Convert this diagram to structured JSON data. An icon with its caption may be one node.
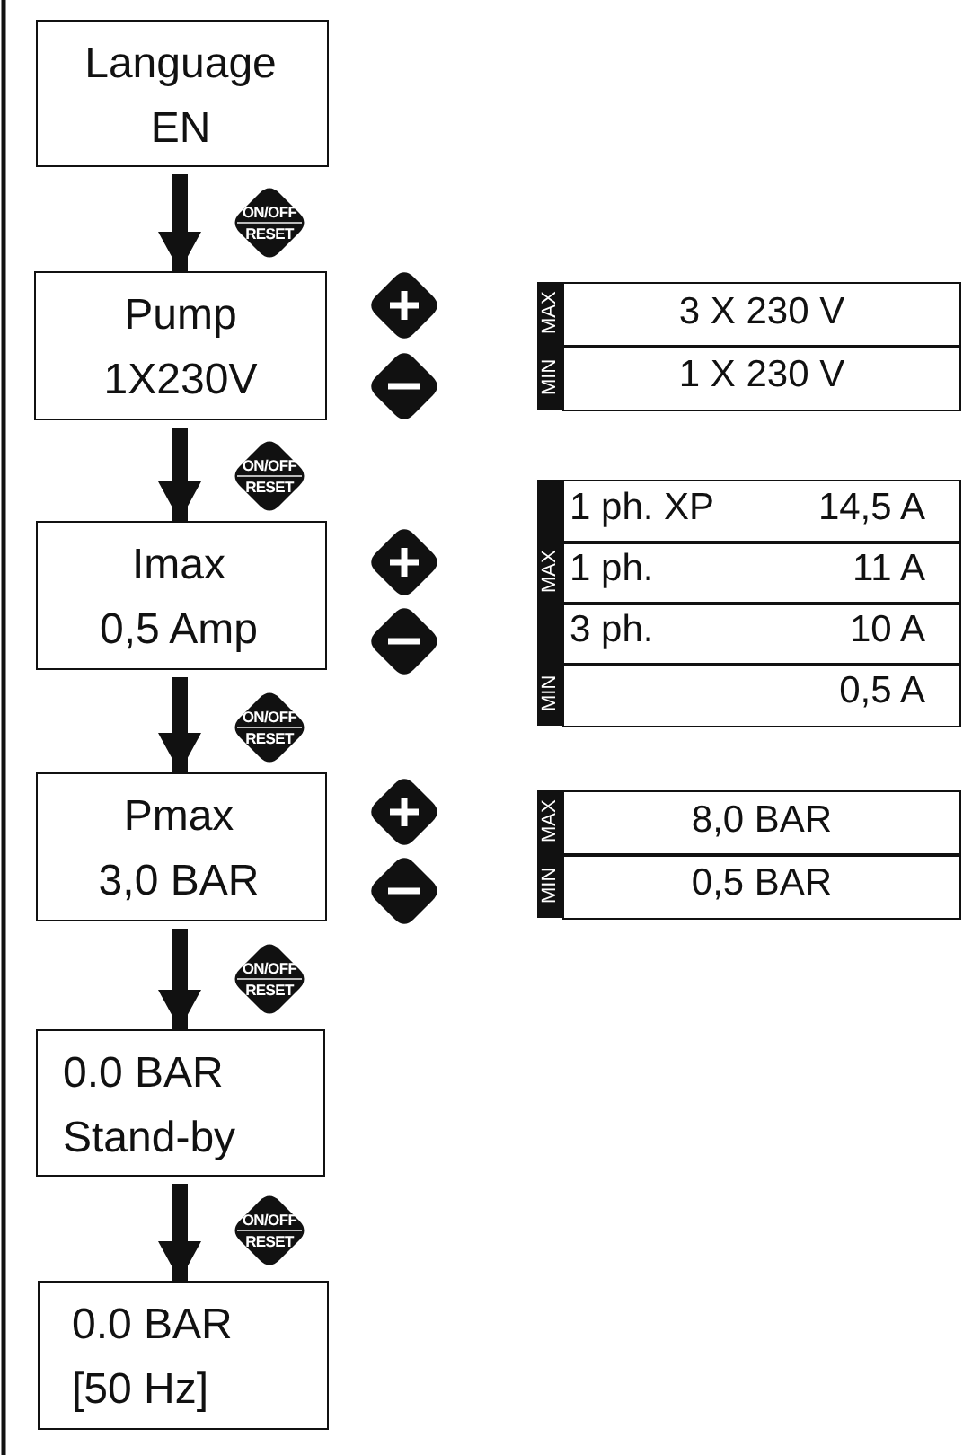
{
  "diagram": {
    "nodes": [
      {
        "text": [
          "Language",
          "EN"
        ]
      },
      {
        "text": [
          "Pump",
          "1X230V"
        ]
      },
      {
        "text": [
          "Imax",
          "0,5 Amp"
        ]
      },
      {
        "text": [
          "Pmax",
          "3,0 BAR"
        ]
      },
      {
        "text": [
          "0.0 BAR",
          "Stand-by"
        ]
      },
      {
        "text": [
          "0.0 BAR",
          "[50 Hz]"
        ]
      }
    ],
    "edges": [
      {
        "from": 0,
        "to": 1,
        "arrow": "to"
      },
      {
        "from": 1,
        "to": 2,
        "arrow": "to"
      },
      {
        "from": 2,
        "to": 3,
        "arrow": "to"
      },
      {
        "from": 3,
        "to": 4,
        "arrow": "to"
      },
      {
        "from": 4,
        "to": 5,
        "arrow": "to"
      }
    ],
    "labels": [
      "ON/OFF",
      "RESET",
      "MAX",
      "MIN",
      "3 X 230 V",
      "1 X 230 V",
      "ON/OFF",
      "RESET",
      "1 ph. XP",
      "14,5 A",
      "MAX",
      "1 ph.",
      "11 A",
      "3 ph.",
      "10 A",
      "MIN",
      "0,5 A",
      "ON/OFF",
      "RESET",
      "MAX",
      "MIN",
      "8,0 BAR",
      "0,5 BAR",
      "ON/OFF",
      "RESET",
      "ON/OFF",
      "RESET"
    ]
  }
}
